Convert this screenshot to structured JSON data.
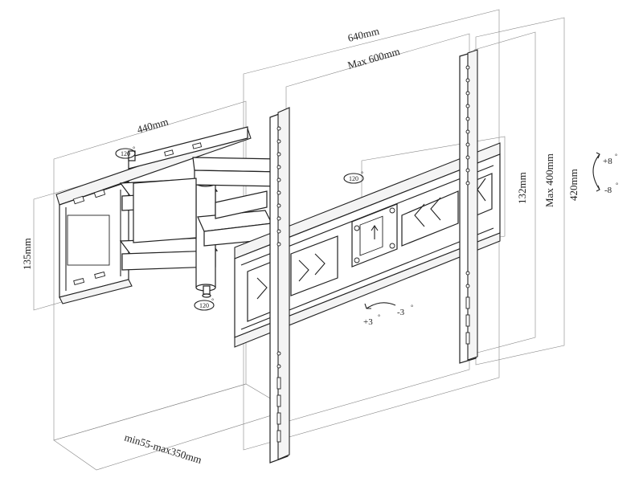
{
  "labels": {
    "width_640": "640mm",
    "max_600": "Max 600mm",
    "width_440": "440mm",
    "height_132": "132mm",
    "max_400": "Max 400mm",
    "height_420": "420mm",
    "height_135": "135mm",
    "extension": "min55-max350mm"
  },
  "rotation": {
    "swivel_1": "120",
    "swivel_2": "120",
    "swivel_3": "120",
    "level_plus": "+3",
    "level_minus": "-3",
    "tilt_plus": "+8",
    "tilt_minus": "-8",
    "degree_symbol": "°"
  }
}
